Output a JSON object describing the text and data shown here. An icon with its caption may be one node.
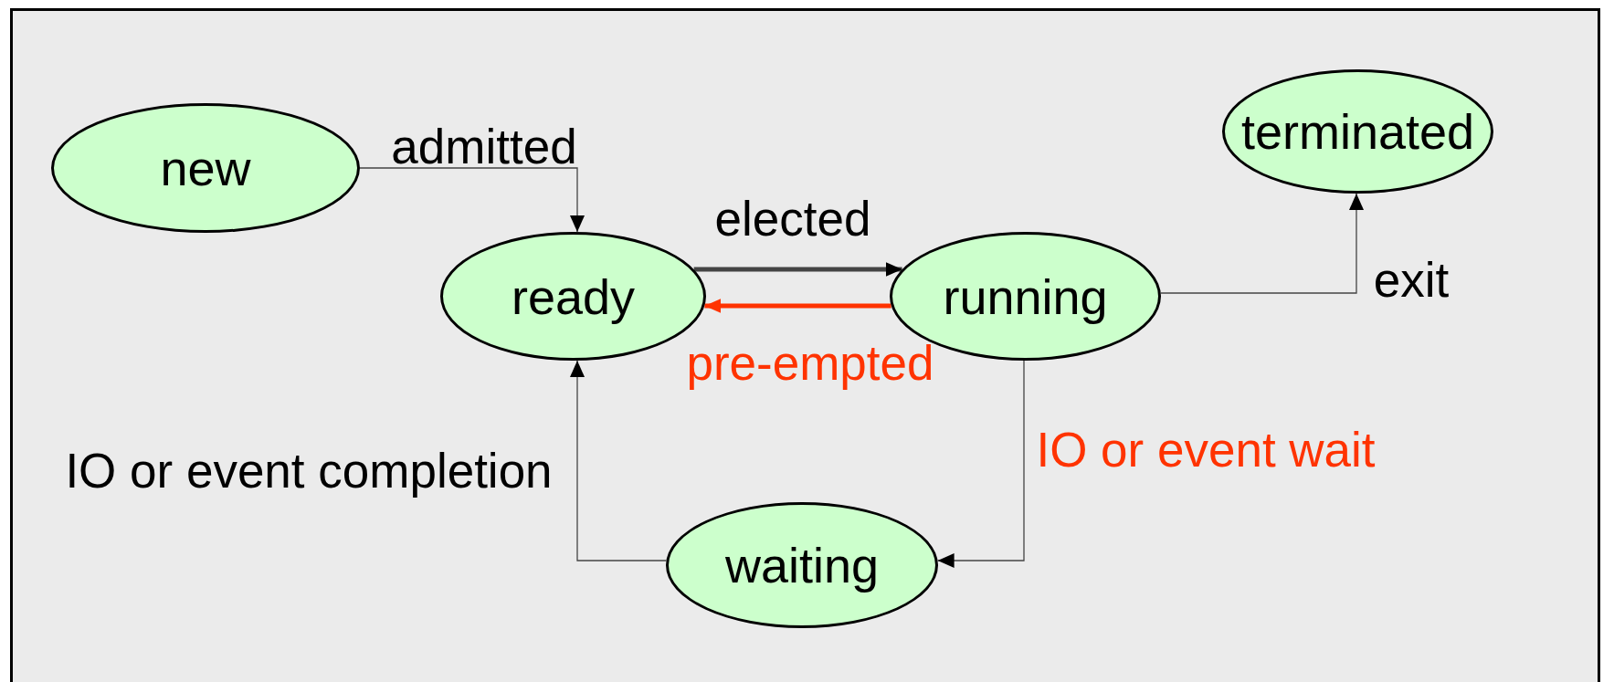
{
  "diagram": {
    "nodes": [
      {
        "text": [
          "new"
        ]
      },
      {
        "text": [
          "ready"
        ]
      },
      {
        "text": [
          "running"
        ]
      },
      {
        "text": [
          "terminated"
        ]
      },
      {
        "text": [
          "waiting"
        ]
      }
    ],
    "edges": [
      {
        "from": 0,
        "to": 1,
        "arrow": "to",
        "label": "admitted"
      },
      {
        "from": 1,
        "to": 2,
        "arrow": "to",
        "label": "elected",
        "style": "thick"
      },
      {
        "from": 2,
        "to": 1,
        "arrow": "to",
        "label": "pre-empted",
        "style": "thick",
        "color": "#ff3300"
      },
      {
        "from": 2,
        "to": 3,
        "arrow": "to",
        "label": "exit"
      },
      {
        "from": 2,
        "to": 4,
        "arrow": "to",
        "label": "IO or event wait"
      },
      {
        "from": 4,
        "to": 1,
        "arrow": "to",
        "label": "IO or event completion"
      }
    ]
  }
}
